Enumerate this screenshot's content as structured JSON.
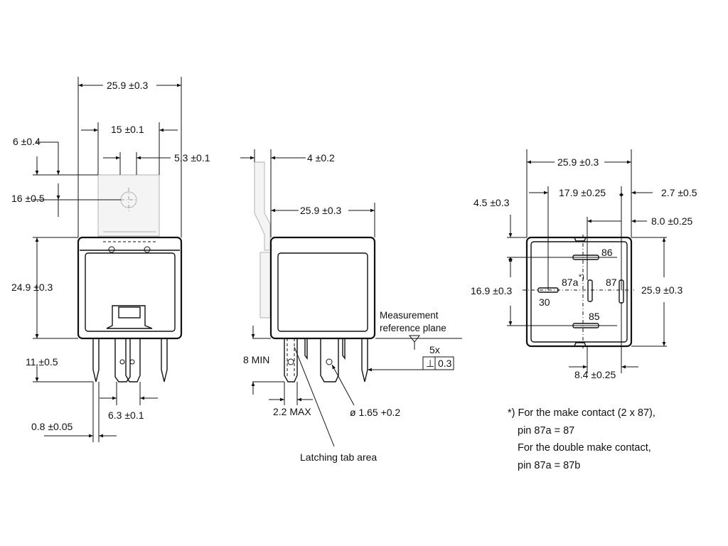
{
  "side_view": {
    "width_total": "25.9 ±0.3",
    "bracket_width": "15 ±0.1",
    "hole_offset": "5.3 ±0.1",
    "bracket_top": "6 ±0.4",
    "hole_height": "16 ±0.5",
    "body_height": "24.9 ±0.3",
    "pin_length": "11 ±0.5",
    "pin_pitch": "6.3 ±0.1",
    "pin_thickness": "0.8 ±0.05"
  },
  "front_view": {
    "bracket_offset": "4 ±0.2",
    "width_total": "25.9 ±0.3",
    "measurement_label_line1": "Measurement",
    "measurement_label_line2": "reference plane",
    "min_label": "8 MIN",
    "max_label": "2.2 MAX",
    "hole_diameter": "ø 1.65 +0.2",
    "latch_label": "Latching tab area",
    "tolerance_count": "5x",
    "tolerance_symbol": "⊥",
    "tolerance_value": "0.3"
  },
  "bottom_view": {
    "width_total": "25.9 ±0.3",
    "width_inner": "17.9 ±0.25",
    "offset_right": "2.7 ±0.5",
    "offset_top": "4.5 ±0.3",
    "offset_87": "8.0 ±0.25",
    "height_left": "16.9 ±0.3",
    "height_right": "25.9 ±0.3",
    "offset_bottom": "8.4 ±0.25",
    "pins": {
      "p86": "86",
      "p87a": "87a",
      "p87a_mark": "*)",
      "p87": "87",
      "p30": "30",
      "p85": "85"
    }
  },
  "notes": {
    "line1": "*) For the make contact (2 x 87),",
    "line2": "pin 87a = 87",
    "line3": "For the double make contact,",
    "line4": "pin 87a = 87b"
  }
}
